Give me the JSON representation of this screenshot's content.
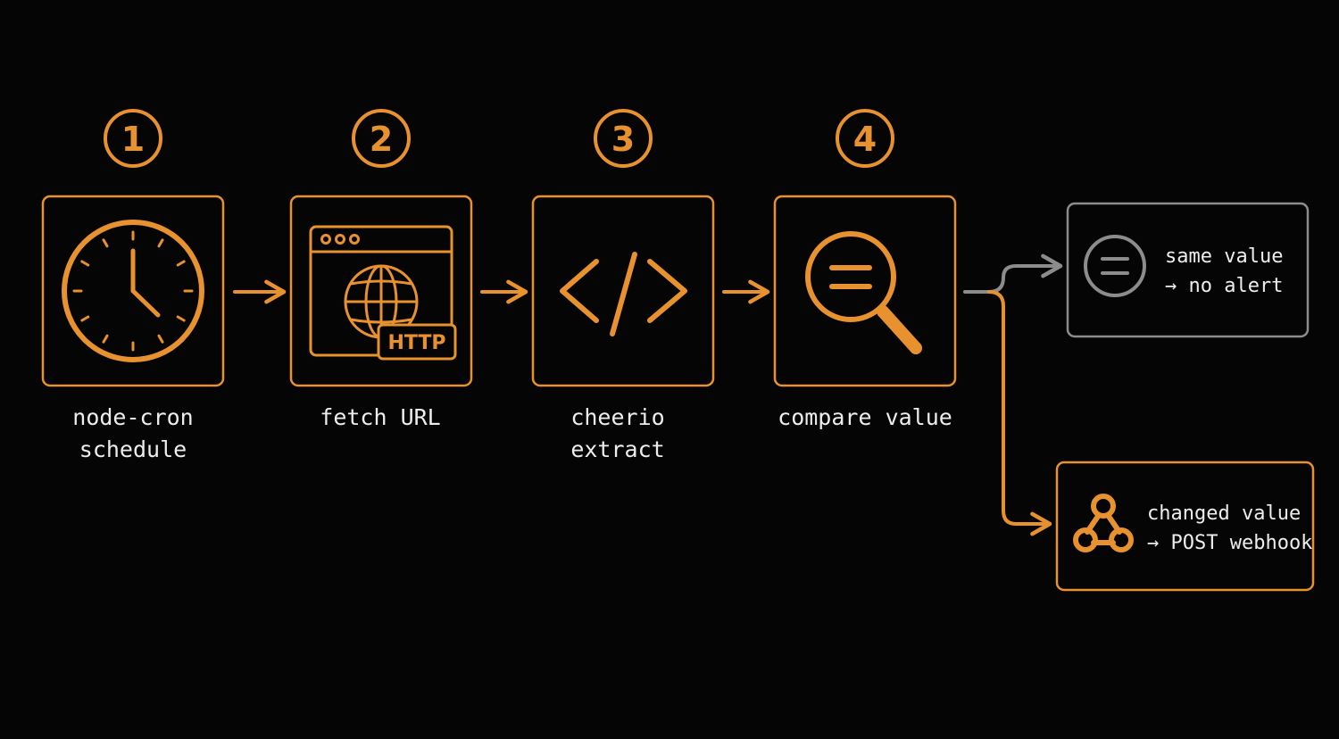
{
  "colors": {
    "background": "#050505",
    "accent": "#E8912F",
    "muted": "#8C8C8C",
    "text": "#EDEDED"
  },
  "steps": [
    {
      "number": "1",
      "icon": "clock-icon",
      "label_lines": [
        "node-cron",
        "schedule"
      ]
    },
    {
      "number": "2",
      "icon": "browser-globe-http-icon",
      "label_lines": [
        "fetch URL"
      ],
      "badge": "HTTP"
    },
    {
      "number": "3",
      "icon": "code-brackets-icon",
      "label_lines": [
        "cheerio",
        "extract"
      ]
    },
    {
      "number": "4",
      "icon": "magnifier-equals-icon",
      "label_lines": [
        "compare value"
      ]
    }
  ],
  "outcomes": {
    "same": {
      "icon": "equals-circle-icon",
      "line1": "same value",
      "line2": "→ no alert"
    },
    "changed": {
      "icon": "webhook-icon",
      "line1": "changed value",
      "line2": "→ POST webhook"
    }
  }
}
